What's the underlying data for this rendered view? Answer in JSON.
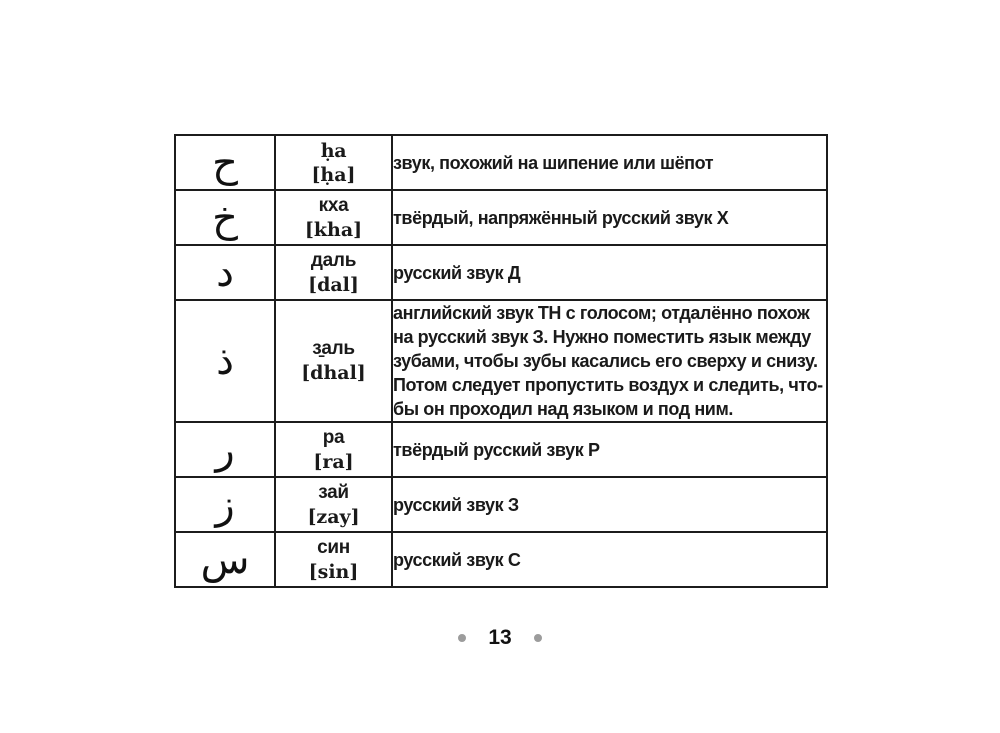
{
  "table": {
    "rows": [
      {
        "arabic": "ح",
        "name": "ḥa",
        "transcription": "[ḥa]",
        "description": "звук, похожий на шипение или шёпот"
      },
      {
        "arabic": "خ",
        "name": "кха",
        "transcription": "[kha]",
        "description": "твёрдый, напряжённый русский звук Х"
      },
      {
        "arabic": "د",
        "name": "даль",
        "transcription": "[dal]",
        "description": "русский звук Д"
      },
      {
        "arabic": "ذ",
        "name": "з̱аль",
        "transcription": "[dhal]",
        "description": "английский звук ТН с голосом; отдалённо похож\nна русский звук З. Нужно поместить язык между\nзубами, чтобы зубы касались его сверху и снизу.\nПотом следует пропустить воздух и следить, что-\nбы он проходил над языком и под ним."
      },
      {
        "arabic": "ر",
        "name": "ра",
        "transcription": "[ra]",
        "description": "твёрдый русский звук Р"
      },
      {
        "arabic": "ز",
        "name": "зай",
        "transcription": "[zay]",
        "description": "русский звук З"
      },
      {
        "arabic": "س",
        "name": "син",
        "transcription": "[sin]",
        "description": "русский звук С"
      }
    ]
  },
  "footer": {
    "page_number": "13"
  },
  "colors": {
    "border": "#1c1c1c",
    "text": "#1a1a1a",
    "dot": "#9c9c9c",
    "background": "#ffffff"
  }
}
